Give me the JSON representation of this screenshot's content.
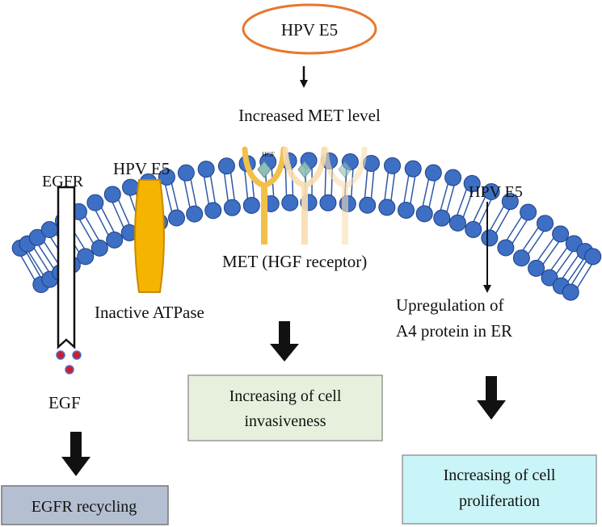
{
  "labels": {
    "top_e5": "HPV E5",
    "met_level": "Increased MET level",
    "left_e5": "HPV E5",
    "egfr": "EGFR",
    "right_e5": "HPV E5",
    "hgf_small": "HGF",
    "met_receptor": "MET (HGF receptor)",
    "atpase": "Inactive ATPase",
    "upregulation_line1": "Upregulation of",
    "upregulation_line2": "A4 protein in ER",
    "egf": "EGF"
  },
  "boxes": {
    "invasiveness": {
      "line1": "Increasing of cell",
      "line2": "invasiveness"
    },
    "recycling": {
      "line1": "EGFR recycling"
    },
    "proliferation": {
      "line1": "Increasing of cell",
      "line2": "proliferation"
    }
  },
  "colors": {
    "lipid_head": "#3d6fc4",
    "lipid_head_stroke": "#1f3f86",
    "lipid_tail": "#2e58a6",
    "atpase_fill": "#f5b400",
    "atpase_stroke": "#c88a00",
    "oval_stroke": "#e8772e",
    "receptor_strong": "#f2c04a",
    "receptor_light": "#f8ddb0",
    "hgf_diamond": "#8fbfb8",
    "egf_dot": "#cc1f2a",
    "egf_dot_ring": "#4a6fd0",
    "box_invasive": "#e7f0dc",
    "box_recycling": "#b4bfd2",
    "box_prolif": "#c9f4f8"
  }
}
